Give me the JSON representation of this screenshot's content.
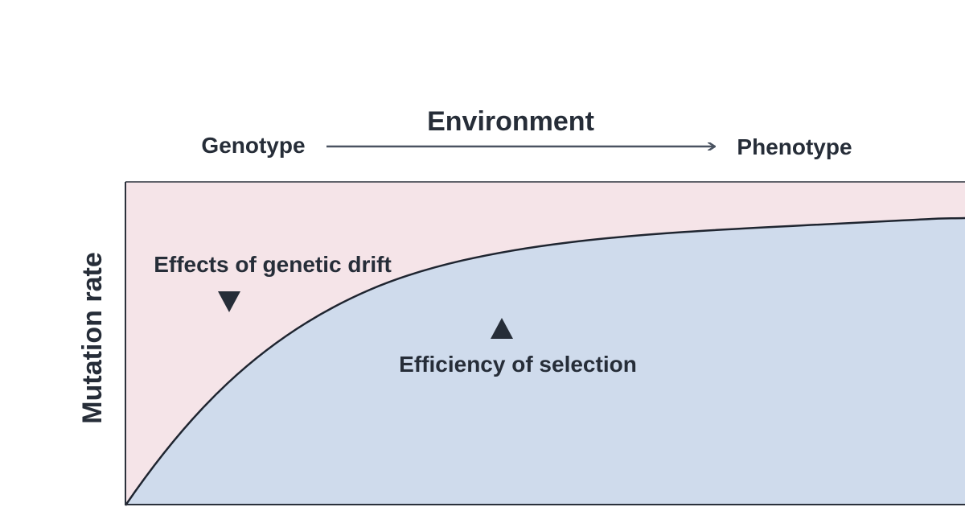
{
  "header": {
    "environment": "Environment",
    "genotype": "Genotype",
    "phenotype": "Phenotype"
  },
  "axis": {
    "ylabel": "Mutation rate"
  },
  "regions": {
    "upper_label": "Effects of genetic drift",
    "lower_label": "Efficiency of selection"
  },
  "colors": {
    "upper_fill": "#f5e4e8",
    "lower_fill": "#cfdbec",
    "text": "#262d38",
    "arrow": "#4a5361",
    "curve": "#1f2530",
    "frame": "#2b313b"
  }
}
